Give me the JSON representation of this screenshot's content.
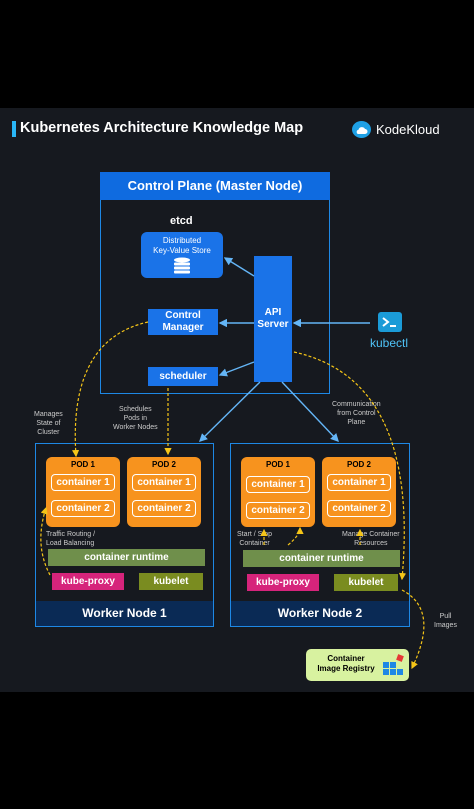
{
  "header": {
    "title": "Kubernetes Architecture Knowledge Map",
    "brand": "KodeKloud"
  },
  "control_plane": {
    "title": "Control Plane (Master Node)",
    "etcd": {
      "label": "etcd",
      "desc_line1": "Distributed",
      "desc_line2": "Key-Value Store"
    },
    "controller_manager": {
      "line1": "Control",
      "line2": "Manager"
    },
    "scheduler": "scheduler",
    "api_server": {
      "line1": "API",
      "line2": "Server"
    }
  },
  "kubectl": "kubectl",
  "annotations": {
    "manages": [
      "Manages",
      "State of",
      "Cluster"
    ],
    "schedules": [
      "Schedules",
      "Pods in",
      "Worker Nodes"
    ],
    "communication": [
      "Communication",
      "from Control",
      "Plane"
    ],
    "traffic": [
      "Traffic Routing /",
      "Load Balancing"
    ],
    "start_stop": [
      "Start / Stop",
      "Container"
    ],
    "manage_resources": [
      "Manage Container",
      "Resources"
    ],
    "pull_images": [
      "Pull",
      "Images"
    ]
  },
  "workers": [
    {
      "name": "Worker Node 1",
      "pods": [
        {
          "label": "POD 1",
          "containers": [
            "container 1",
            "container 2"
          ]
        },
        {
          "label": "POD 2",
          "containers": [
            "container 1",
            "container 2"
          ]
        }
      ],
      "runtime": "container runtime",
      "kube_proxy": "kube-proxy",
      "kubelet": "kubelet"
    },
    {
      "name": "Worker Node 2",
      "pods": [
        {
          "label": "POD 1",
          "containers": [
            "container 1",
            "container 2"
          ]
        },
        {
          "label": "POD 2",
          "containers": [
            "container 1",
            "container 2"
          ]
        }
      ],
      "runtime": "container runtime",
      "kube_proxy": "kube-proxy",
      "kubelet": "kubelet"
    }
  ],
  "registry": {
    "line1": "Container",
    "line2": "Image Registry"
  },
  "colors": {
    "blue": "#1a73e8",
    "pod": "#f7931e",
    "runtime": "#6f8f4b",
    "kube_proxy": "#d6247b",
    "kubelet": "#7a8c20",
    "registry": "#d8f2a0",
    "arrow": "#64b5f6",
    "dashed": "#f5c518"
  }
}
